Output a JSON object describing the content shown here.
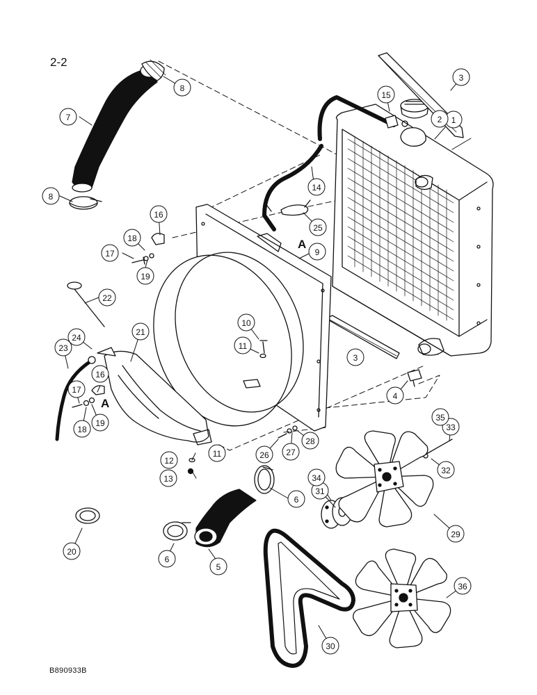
{
  "page_number": "2-2",
  "reference_code": "B890933B",
  "view_marker": "A",
  "callouts": [
    "1",
    "2",
    "3",
    "3",
    "4",
    "5",
    "6",
    "6",
    "7",
    "8",
    "8",
    "9",
    "10",
    "11",
    "11",
    "12",
    "13",
    "14",
    "15",
    "16",
    "16",
    "17",
    "17",
    "18",
    "18",
    "19",
    "19",
    "20",
    "21",
    "22",
    "23",
    "24",
    "25",
    "26",
    "27",
    "28",
    "29",
    "30",
    "31",
    "32",
    "33",
    "34",
    "35",
    "36"
  ]
}
